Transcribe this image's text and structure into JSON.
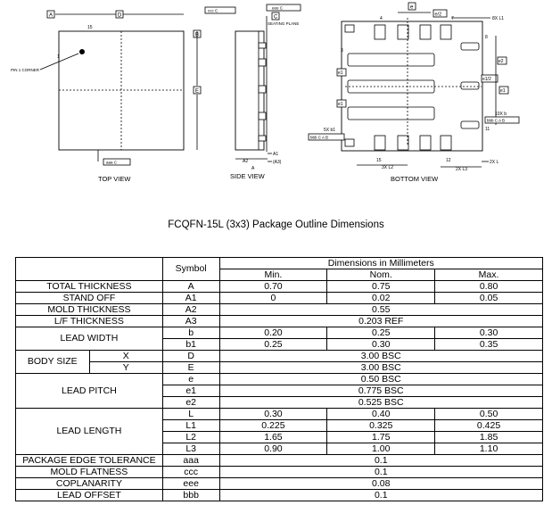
{
  "drawing": {
    "top_view_label": "TOP VIEW",
    "side_view_label": "SIDE VIEW",
    "bottom_view_label": "BOTTOM VIEW",
    "pin1_label": "PIN 1 CORNER",
    "seating_plane_label": "SEATING PLANE",
    "datum_a": "A",
    "datum_b": "B",
    "datum_c": "C",
    "dim_d": "D",
    "dim_e": "E",
    "fcf_aaa": "aaa C",
    "fcf_ccc": "ccc C",
    "fcf_eee": "eee C",
    "fcf_bbb": "bbb C A B",
    "label_a": "A",
    "label_a1": "A1",
    "label_a2": "A2",
    "label_a3": "(A3)",
    "label_1": "1",
    "label_15": "15",
    "label_12": "12",
    "label_11": "11",
    "label_8": "8",
    "label_7": "7",
    "label_4": "4",
    "label_3": "3",
    "label_e": "e",
    "label_e_half": "e/2",
    "label_e1": "e1",
    "label_e1_half": "e1/2",
    "label_e2": "e2",
    "label_8x_l1": "8X L1",
    "label_10x_b": "10X b",
    "label_5x_b1": "5X b1",
    "label_3x_l2": "3X L2",
    "label_2x_l3": "2X L3",
    "label_2x_l": "2X L"
  },
  "caption": "FCQFN-15L (3x3) Package Outline Dimensions",
  "table": {
    "symbol_header": "Symbol",
    "dims_header": "Dimensions in Millimeters",
    "min_header": "Min.",
    "nom_header": "Nom.",
    "max_header": "Max.",
    "rows": {
      "total_thickness": {
        "name": "TOTAL THICKNESS",
        "sym": "A",
        "min": "0.70",
        "nom": "0.75",
        "max": "0.80"
      },
      "stand_off": {
        "name": "STAND OFF",
        "sym": "A1",
        "min": "0",
        "nom": "0.02",
        "max": "0.05"
      },
      "mold_thickness": {
        "name": "MOLD THICKNESS",
        "sym": "A2",
        "val": "0.55"
      },
      "lf_thickness": {
        "name": "L/F THICKNESS",
        "sym": "A3",
        "val": "0.203 REF"
      },
      "lead_width": {
        "name": "LEAD WIDTH"
      },
      "b": {
        "sym": "b",
        "min": "0.20",
        "nom": "0.25",
        "max": "0.30"
      },
      "b1": {
        "sym": "b1",
        "min": "0.25",
        "nom": "0.30",
        "max": "0.35"
      },
      "body_size": {
        "name": "BODY SIZE"
      },
      "d": {
        "axis": "X",
        "sym": "D",
        "val": "3.00 BSC"
      },
      "e_body": {
        "axis": "Y",
        "sym": "E",
        "val": "3.00 BSC"
      },
      "lead_pitch": {
        "name": "LEAD PITCH"
      },
      "e": {
        "sym": "e",
        "val": "0.50 BSC"
      },
      "e1": {
        "sym": "e1",
        "val": "0.775 BSC"
      },
      "e2": {
        "sym": "e2",
        "val": "0.525 BSC"
      },
      "lead_length": {
        "name": "LEAD LENGTH"
      },
      "l": {
        "sym": "L",
        "min": "0.30",
        "nom": "0.40",
        "max": "0.50"
      },
      "l1": {
        "sym": "L1",
        "min": "0.225",
        "nom": "0.325",
        "max": "0.425"
      },
      "l2": {
        "sym": "L2",
        "min": "1.65",
        "nom": "1.75",
        "max": "1.85"
      },
      "l3": {
        "sym": "L3",
        "min": "0.90",
        "nom": "1.00",
        "max": "1.10"
      },
      "aaa": {
        "name": "PACKAGE EDGE TOLERANCE",
        "sym": "aaa",
        "val": "0.1"
      },
      "ccc": {
        "name": "MOLD FLATNESS",
        "sym": "ccc",
        "val": "0.1"
      },
      "eee": {
        "name": "COPLANARITY",
        "sym": "eee",
        "val": "0.08"
      },
      "bbb": {
        "name": "LEAD OFFSET",
        "sym": "bbb",
        "val": "0.1"
      }
    }
  }
}
